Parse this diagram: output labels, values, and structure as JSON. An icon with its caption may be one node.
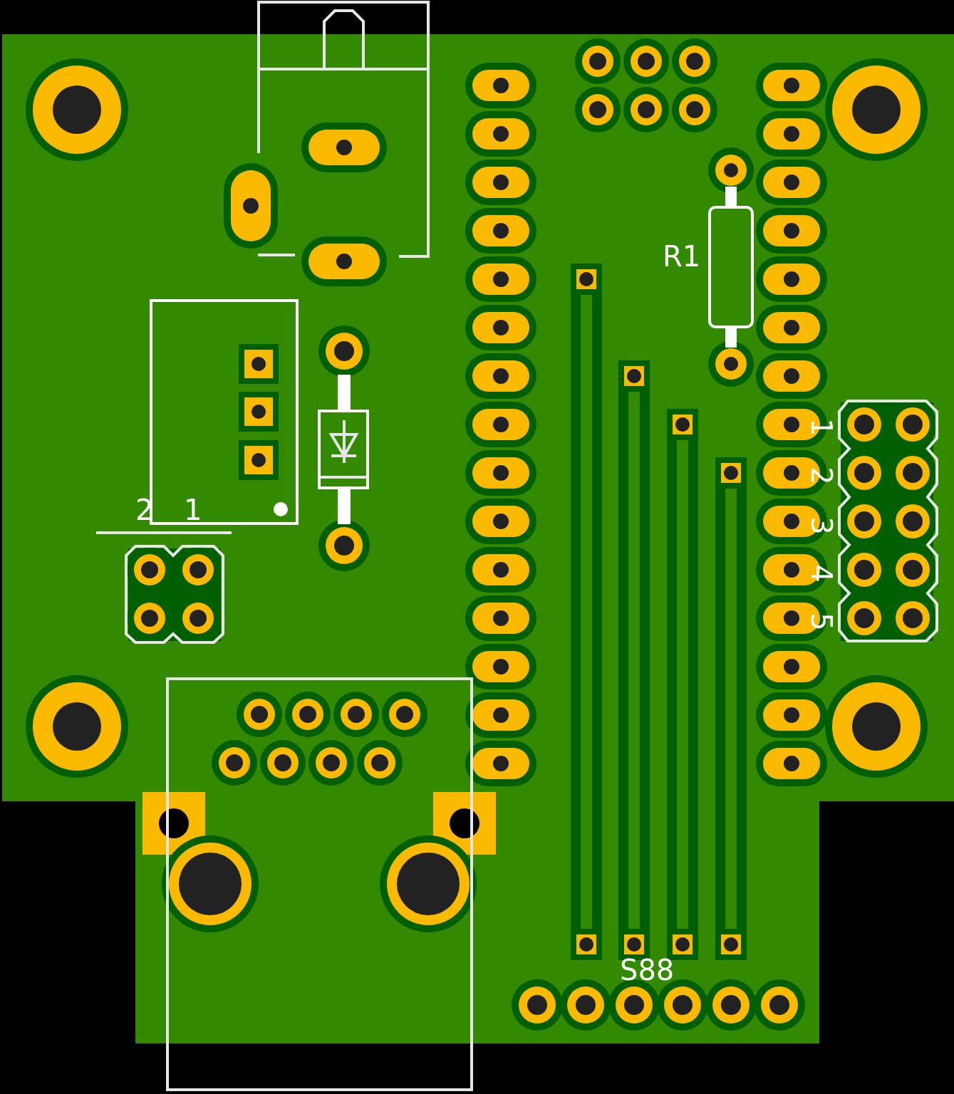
{
  "diagram": {
    "labels": [
      "R1",
      "2",
      "1",
      "1",
      "2",
      "3",
      "4",
      "5",
      "S88"
    ]
  }
}
